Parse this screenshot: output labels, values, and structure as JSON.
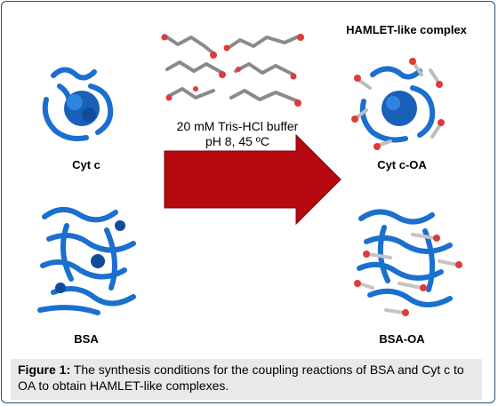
{
  "header": {
    "complex_title": "HAMLET-like complex"
  },
  "conditions": {
    "line1": "20 mM Tris-HCl buffer",
    "line2": "pH 8, 45 ºC"
  },
  "labels": {
    "cytc": "Cyt c",
    "bsa": "BSA",
    "cytc_oa": "Cyt c-OA",
    "bsa_oa": "BSA-OA"
  },
  "caption": {
    "figure_label": "Figure 1:",
    "text": " The synthesis conditions for the coupling reactions of BSA and Cyt c to OA to obtain HAMLET-like complexes."
  },
  "colors": {
    "protein": "#1a6fcf",
    "arrow": "#b5090f",
    "oa": "#c8c8c8",
    "oxygen": "#e03a3a"
  }
}
